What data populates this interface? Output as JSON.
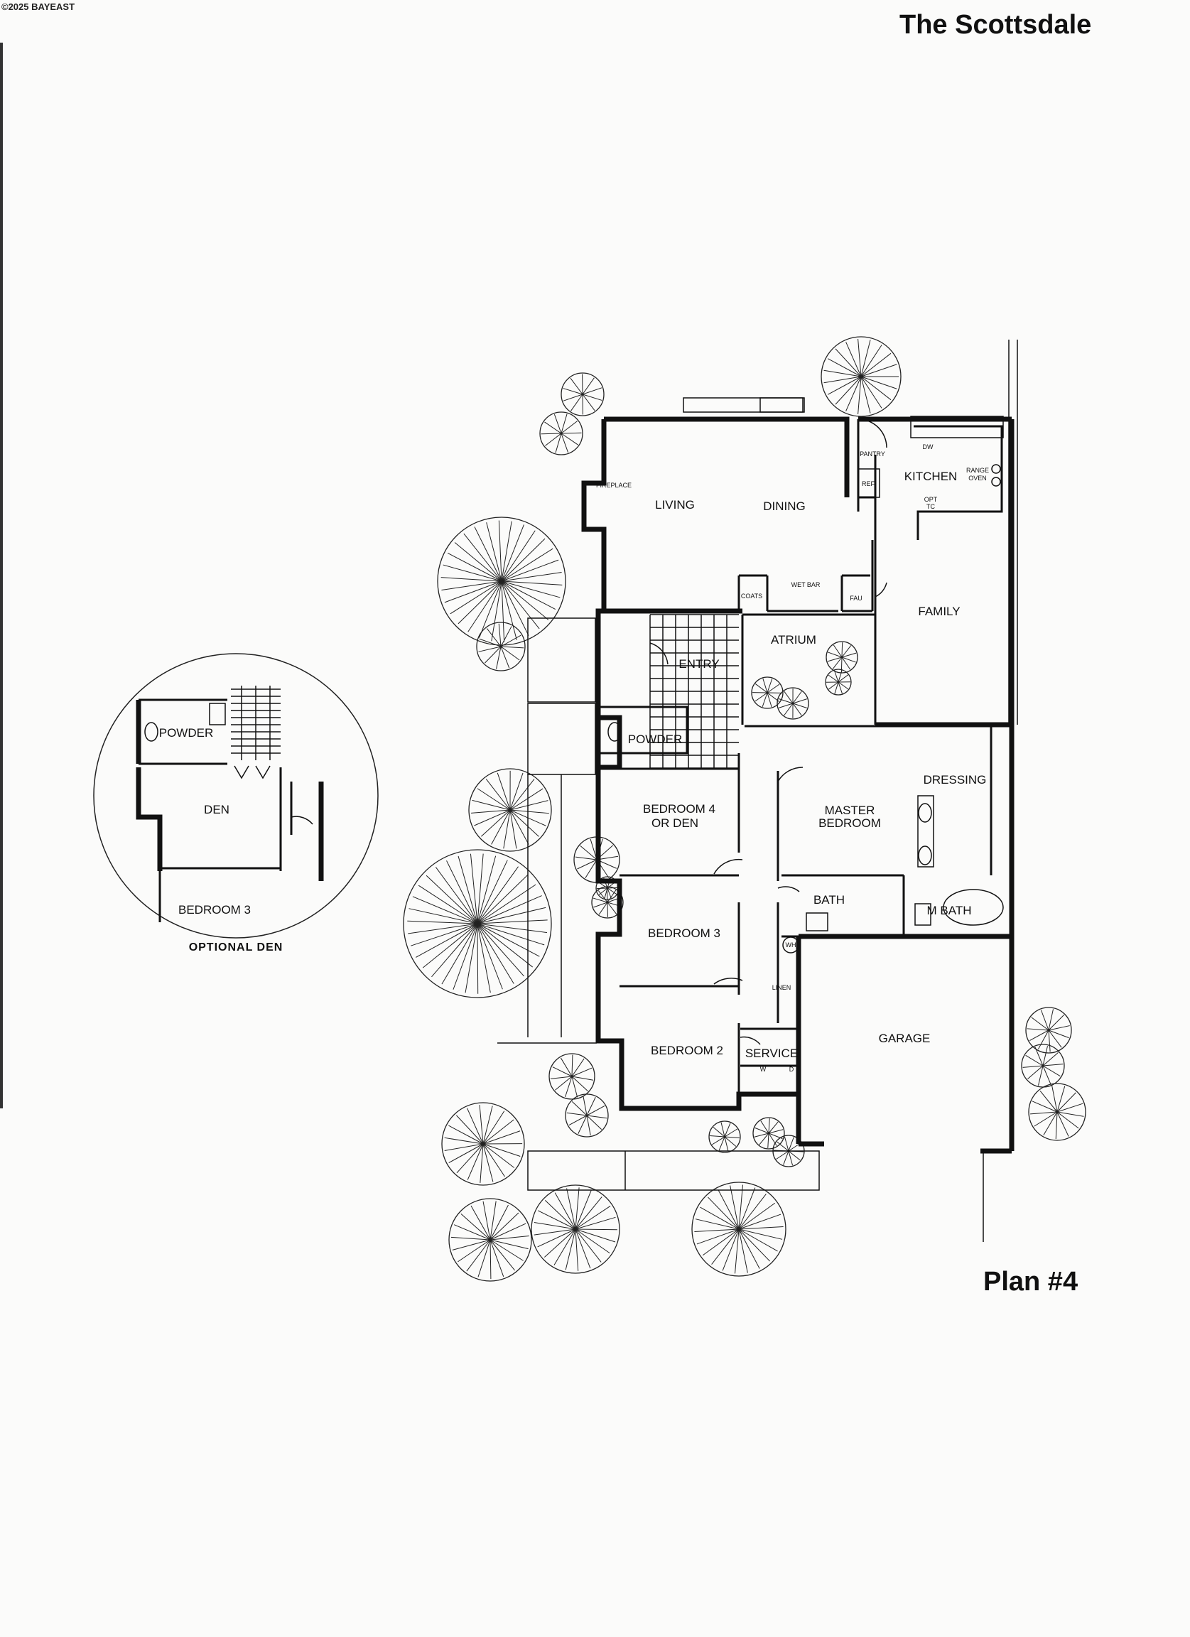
{
  "watermark": "©2025 BAYEAST",
  "title": "The Scottsdale",
  "plan_label": "Plan #4",
  "optional_den_caption": "OPTIONAL DEN",
  "rooms": {
    "living": "LIVING",
    "dining": "DINING",
    "kitchen": "KITCHEN",
    "family": "FAMILY",
    "atrium": "ATRIUM",
    "entry": "ENTRY",
    "powder": "POWDER",
    "bedroom4": "BEDROOM 4",
    "bedroom4_alt": "OR DEN",
    "master_bedroom_1": "MASTER",
    "master_bedroom_2": "BEDROOM",
    "dressing": "DRESSING",
    "bath": "BATH",
    "m_bath": "M BATH",
    "bedroom3": "BEDROOM 3",
    "bedroom2": "BEDROOM 2",
    "service": "SERVICE",
    "garage": "GARAGE"
  },
  "fixtures": {
    "fireplace": "FIREPLACE",
    "pantry": "PANTRY",
    "ref": "REF",
    "dw": "DW",
    "range_oven_1": "RANGE",
    "range_oven_2": "OVEN",
    "opt_tc_1": "OPT",
    "opt_tc_2": "TC",
    "coats": "COATS",
    "wet_bar": "WET BAR",
    "fau": "FAU",
    "wh": "WH",
    "linen": "LINEN",
    "w": "W",
    "d": "D"
  },
  "inset": {
    "powder": "POWDER",
    "den": "DEN",
    "bedroom3": "BEDROOM 3"
  }
}
